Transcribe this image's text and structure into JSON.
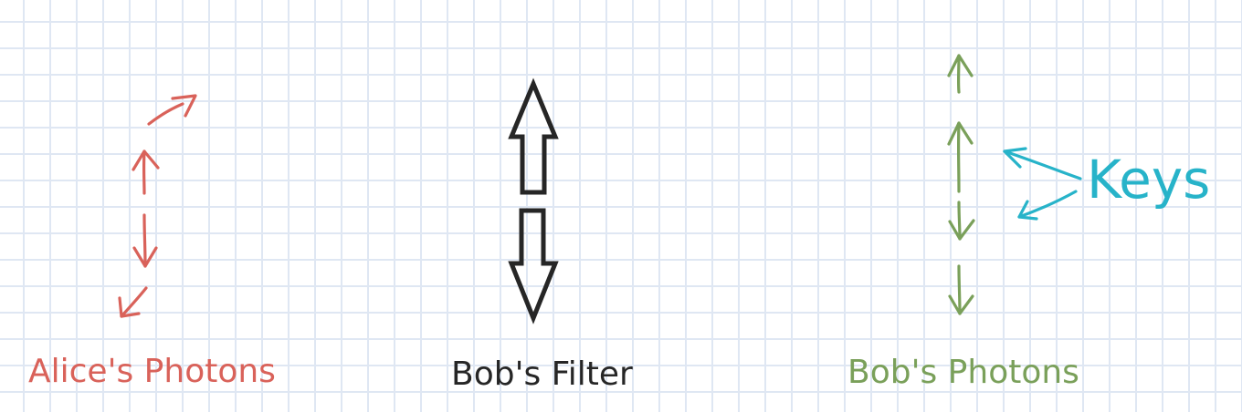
{
  "labels": {
    "alice_photons": "Alice's Photons",
    "bobs_filter": "Bob's Filter",
    "bob_photons": "Bob's Photons",
    "keys": "Keys"
  },
  "colors": {
    "alice": "#d9625a",
    "filter": "#262626",
    "bob": "#7aa05a",
    "keys": "#27b3c9"
  },
  "alice_photons": [
    "diagonal-up-right-arrow",
    "up-arrow",
    "down-arrow",
    "diagonal-down-left-arrow"
  ],
  "bobs_filter": [
    "up-block-arrow",
    "down-block-arrow"
  ],
  "bob_photons": [
    "up-arrow",
    "up-arrow",
    "down-arrow",
    "down-arrow"
  ]
}
